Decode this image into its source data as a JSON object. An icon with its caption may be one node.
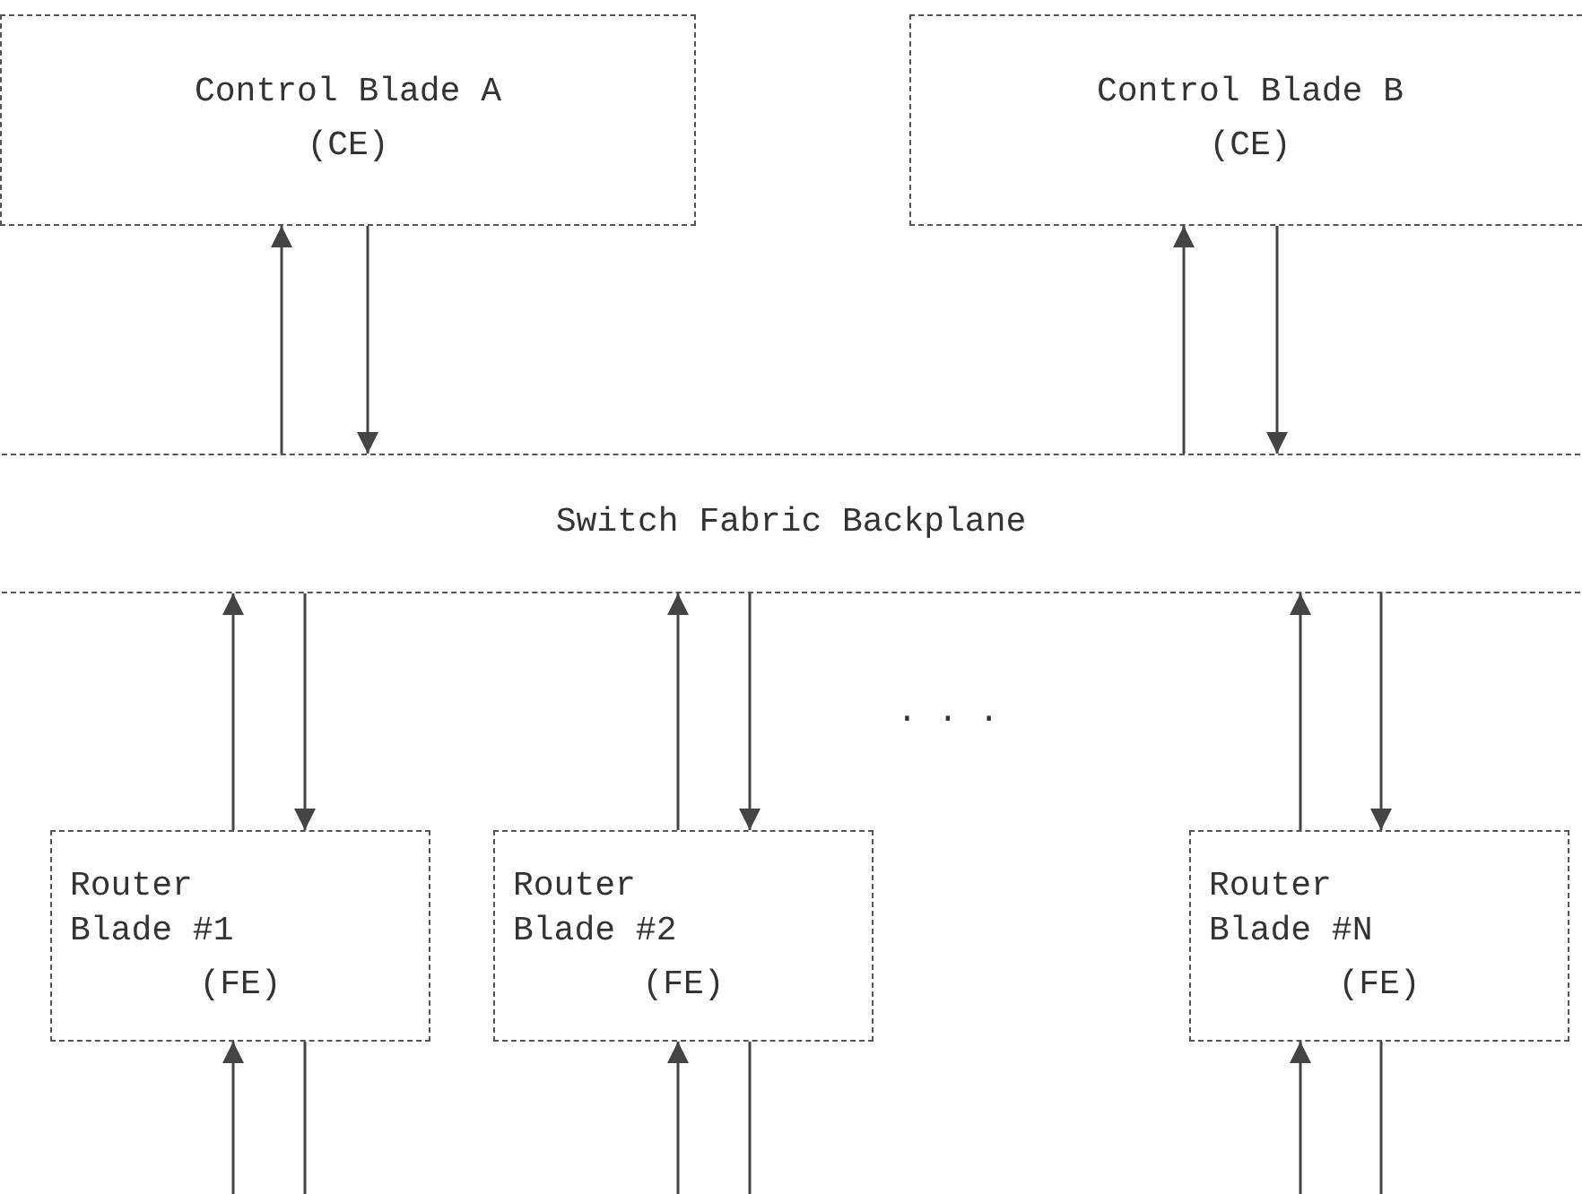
{
  "diagram": {
    "nodes": [
      {
        "text": [
          "Control Blade A",
          "(CE)"
        ]
      },
      {
        "text": [
          "Control Blade B",
          "(CE)"
        ]
      },
      {
        "text": [
          "Switch Fabric Backplane"
        ]
      },
      {
        "text": [
          "Router Blade #1",
          "(FE)"
        ]
      },
      {
        "text": [
          "Router Blade #2",
          "(FE)"
        ]
      },
      {
        "text": [
          "Router Blade #N",
          "(FE)"
        ]
      }
    ],
    "edges": [
      {
        "from": 2,
        "to": 0,
        "arrow": "to"
      },
      {
        "from": 0,
        "to": 2,
        "arrow": "to"
      },
      {
        "from": 2,
        "to": 1,
        "arrow": "to"
      },
      {
        "from": 1,
        "to": 2,
        "arrow": "to"
      },
      {
        "from": 3,
        "to": 2,
        "arrow": "to"
      },
      {
        "from": 2,
        "to": 3,
        "arrow": "to"
      },
      {
        "from": 4,
        "to": 2,
        "arrow": "to"
      },
      {
        "from": 2,
        "to": 4,
        "arrow": "to"
      },
      {
        "from": 5,
        "to": 2,
        "arrow": "to"
      },
      {
        "from": 2,
        "to": 5,
        "arrow": "to"
      },
      {
        "from": null,
        "to": 3,
        "arrow": "to"
      },
      {
        "from": 3,
        "to": null,
        "arrow": "none"
      },
      {
        "from": null,
        "to": 4,
        "arrow": "to"
      },
      {
        "from": 4,
        "to": null,
        "arrow": "none"
      },
      {
        "from": null,
        "to": 5,
        "arrow": "to"
      },
      {
        "from": 5,
        "to": null,
        "arrow": "none"
      }
    ],
    "labels": [
      ". . ."
    ]
  }
}
